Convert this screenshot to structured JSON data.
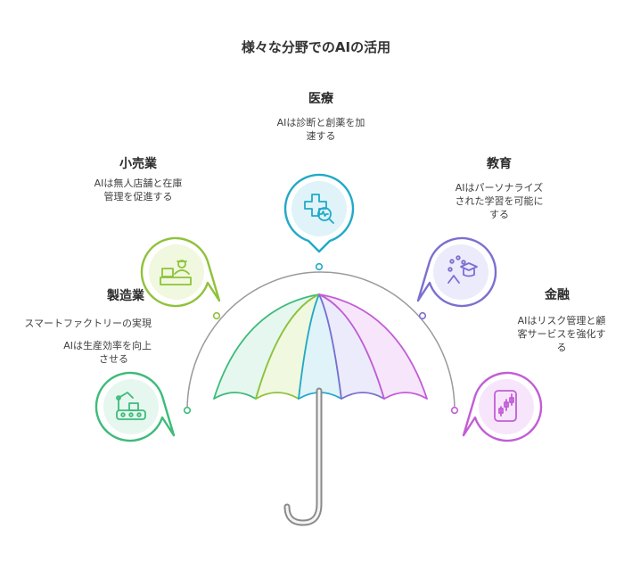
{
  "title": "様々な分野でのAIの活用",
  "colors": {
    "connector": "#9a9a9a",
    "handle": "#8a8a8a",
    "text": "#333333"
  },
  "sectors": [
    {
      "id": "manufacturing",
      "label": "製造業",
      "desc_lines": [
        "スマートファクトリーの実現",
        "AIは生産効率を向上",
        "させる"
      ],
      "color": "#3dbb7a",
      "fill": "#e6f7ef",
      "icon": "robot-arm-conveyor-icon"
    },
    {
      "id": "retail",
      "label": "小売業",
      "desc_lines": [
        "AIは無人店舗と在庫",
        "管理を促進する"
      ],
      "color": "#8fc23a",
      "fill": "#f0f8df",
      "icon": "cashier-icon"
    },
    {
      "id": "medical",
      "label": "医療",
      "desc_lines": [
        "AIは診断と創薬を加",
        "速する"
      ],
      "color": "#22a9c8",
      "fill": "#dff3f9",
      "icon": "medical-diagnosis-icon"
    },
    {
      "id": "education",
      "label": "教育",
      "desc_lines": [
        "AIはパーソナライズ",
        "された学習を可能に",
        "する"
      ],
      "color": "#7b6fd0",
      "fill": "#ecebfb",
      "icon": "graduation-cap-icon"
    },
    {
      "id": "finance",
      "label": "金融",
      "desc_lines": [
        "AIはリスク管理と顧",
        "客サービスを強化す",
        "る"
      ],
      "color": "#c25dd6",
      "fill": "#f7e6fb",
      "icon": "candlestick-phone-icon"
    }
  ],
  "umbrella_panels": [
    {
      "fill": "#e6f7ef",
      "stroke": "#3dbb7a"
    },
    {
      "fill": "#f0f8df",
      "stroke": "#8fc23a"
    },
    {
      "fill": "#dff3f9",
      "stroke": "#22a9c8"
    },
    {
      "fill": "#ecebfb",
      "stroke": "#7b6fd0"
    },
    {
      "fill": "#f7e6fb",
      "stroke": "#c25dd6"
    }
  ]
}
